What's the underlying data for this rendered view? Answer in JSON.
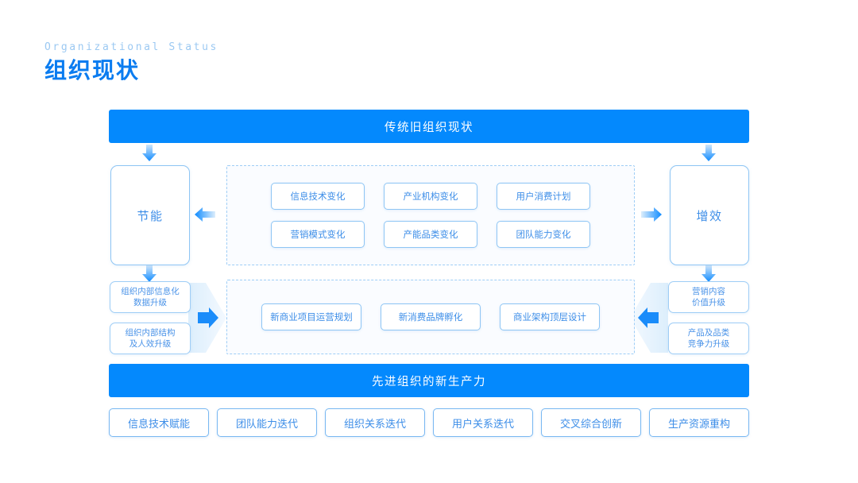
{
  "header": {
    "eyebrow": "Organizational Status",
    "title": "组织现状"
  },
  "colors": {
    "banner_blue": "#0489fd",
    "accent_blue": "#3d8ee8",
    "border_blue": "#8ec5f4",
    "eyebrow_blue": "#9cc9f2",
    "title_blue": "#0a7cf0"
  },
  "diagram": {
    "top_banner": "传统旧组织现状",
    "bottom_banner": "先进组织的新生产力",
    "left_pillar": "节能",
    "right_pillar": "增效",
    "left_cards": [
      "组织内部信息化\n数据升级",
      "组织内部结构\n及人效升级"
    ],
    "right_cards": [
      "营销内容\n价值升级",
      "产品及品类\n竞争力升级"
    ],
    "upper_group": {
      "row1": [
        "信息技术变化",
        "产业机构变化",
        "用户消费计划"
      ],
      "row2": [
        "营销模式变化",
        "产能品类变化",
        "团队能力变化"
      ]
    },
    "lower_group": {
      "row1": [
        "新商业项目运营规划",
        "新消费品牌孵化",
        "商业架构顶层设计"
      ]
    },
    "bottom_pills": [
      "信息技术赋能",
      "团队能力迭代",
      "组织关系迭代",
      "用户关系迭代",
      "交叉综合创新",
      "生产资源重构"
    ]
  }
}
